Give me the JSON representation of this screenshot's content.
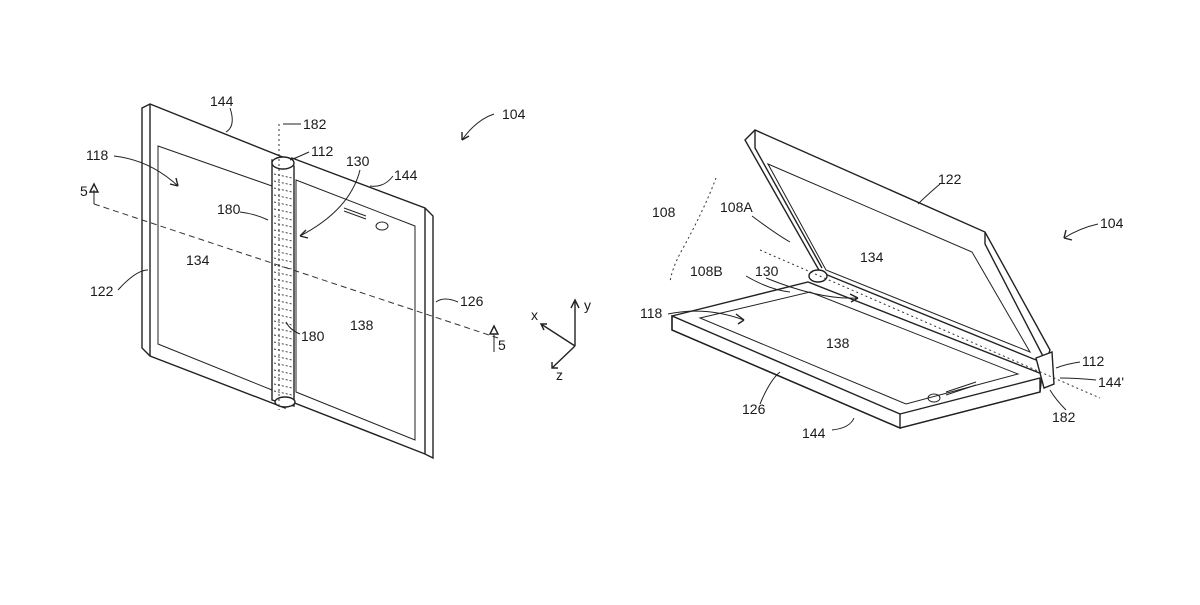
{
  "figure_left": {
    "labels": {
      "device": "104",
      "bezel_top": "144",
      "bezel_right": "144",
      "axis": "182",
      "hinge": "112",
      "hinge_region": "130",
      "frame_left_display": "118",
      "section_left": "5",
      "section_right": "5",
      "hinge_detail_upper": "180",
      "hinge_detail_lower": "180",
      "left_display": "134",
      "right_display": "138",
      "left_frame": "122",
      "right_frame": "126"
    },
    "axes": {
      "x": "x",
      "y": "y",
      "z": "z"
    }
  },
  "figure_right": {
    "labels": {
      "device": "104",
      "top_frame": "122",
      "group": "108",
      "upper_portion": "108A",
      "lower_portion": "108B",
      "hinge_region": "130",
      "display_surface": "118",
      "upper_display": "134",
      "lower_display": "138",
      "hinge": "112",
      "edge": "144'",
      "bottom_frame": "126",
      "bottom_bezel": "144",
      "axis": "182"
    }
  }
}
